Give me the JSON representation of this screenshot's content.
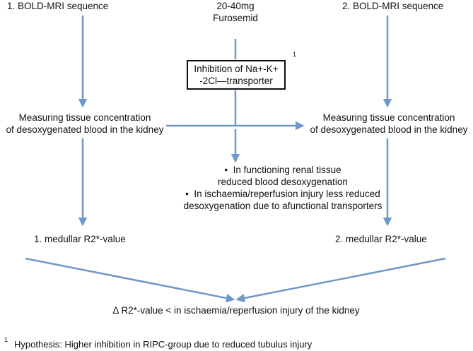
{
  "colors": {
    "arrow": "#6f97c8",
    "text": "#111111",
    "box_border": "#111111"
  },
  "top": {
    "left_label": "1. BOLD-MRI sequence",
    "center_label_line1": "20-40mg",
    "center_label_line2": "Furosemid",
    "right_label": "2. BOLD-MRI sequence"
  },
  "box": {
    "line1": "Inhibition of Na+-K+",
    "line2": "-2Cl—transporter",
    "superscript": "1"
  },
  "measure": {
    "left_line1": "Measuring tissue concentration",
    "left_line2": "of desoxygenated blood in the kidney",
    "right_line1": "Measuring tissue concentration",
    "right_line2": "of desoxygenated blood in the kidney"
  },
  "bullets": [
    {
      "marker": "•",
      "line1": "In functioning renal tissue",
      "line2": "reduced blood desoxygenation"
    },
    {
      "marker": "•",
      "line1": "In ischaemia/reperfusion injury less reduced",
      "line2": "desoxygenation due to afunctional transporters"
    }
  ],
  "values": {
    "left": "1. medullar R2*-value",
    "right": "2. medullar R2*-value"
  },
  "result": "Δ R2*-value < in ischaemia/reperfusion injury of the kidney",
  "footnote": {
    "marker": "1",
    "text": "Hypothesis: Higher inhibition in RIPC-group due to reduced tubulus injury"
  }
}
